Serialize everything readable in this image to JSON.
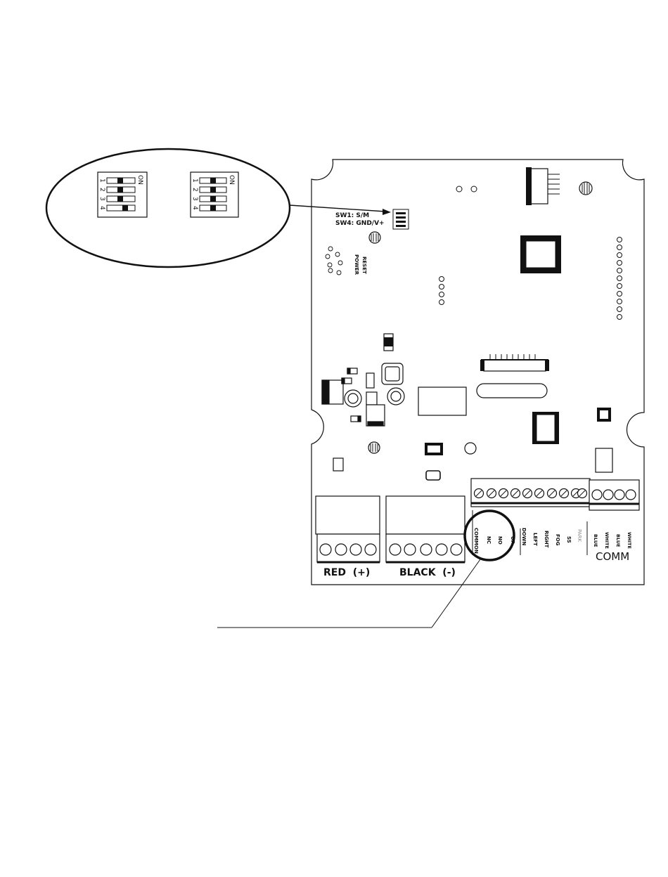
{
  "dip_callout": {
    "left_switch": {
      "on_label": "ON",
      "positions": [
        "1",
        "2",
        "3",
        "4"
      ]
    },
    "right_switch": {
      "on_label": "ON",
      "positions": [
        "1",
        "2",
        "3",
        "4"
      ]
    }
  },
  "board": {
    "sw1_label": "SW1: S/M",
    "sw4_label": "SW4: GND/V+",
    "power_label": "POWER",
    "reset_label": "RESET"
  },
  "terminals": {
    "red_label": "RED  (+)",
    "black_label": "BLACK  (-)",
    "comm_label": "COMM",
    "relay_labels": [
      "COMMON",
      "NC",
      "NO"
    ],
    "control_labels": [
      "UP",
      "DOWN",
      "LEFT",
      "RIGHT",
      "FOG",
      "SS",
      "PARK"
    ],
    "comm_wire_labels": [
      "BLUE",
      "WHITE",
      "BLUE",
      "WHITE"
    ]
  },
  "colors": {
    "ink": "#111111",
    "faint": "#888888"
  }
}
